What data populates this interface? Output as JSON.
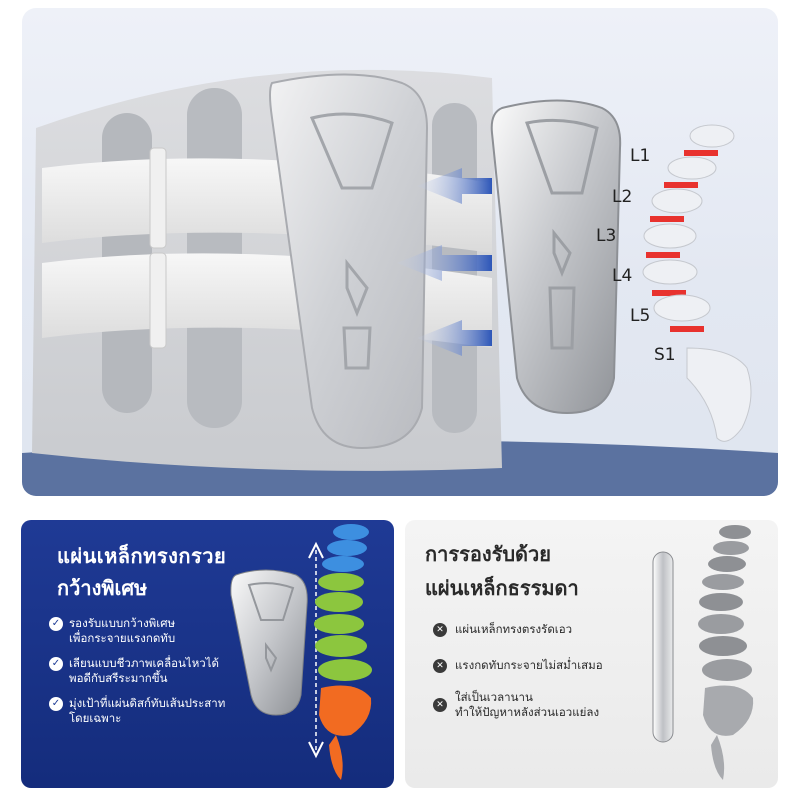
{
  "hero": {
    "vertebra_labels": [
      "L1",
      "L2",
      "L3",
      "L4",
      "L5",
      "S1"
    ]
  },
  "left_panel": {
    "title_line1": "แผ่นเหล็กทรงกรวย",
    "title_line2": "กว้างพิเศษ",
    "features": [
      {
        "icon": "check-icon",
        "lines": [
          "รองรับแบบกว้างพิเศษ",
          "เพื่อกระจายแรงกดทับ"
        ]
      },
      {
        "icon": "check-icon",
        "lines": [
          "เลียนแบบชีวภาพเคลื่อนไหวได้",
          "พอดีกับสรีระมากขึ้น"
        ]
      },
      {
        "icon": "check-icon",
        "lines": [
          "มุ่งเป้าที่แผ่นดิสก์ทับเส้นประสาท",
          "โดยเฉพาะ"
        ]
      }
    ]
  },
  "right_panel": {
    "title_line1": "การรองรับด้วย",
    "title_line2": "แผ่นเหล็กธรรมดา",
    "features": [
      {
        "icon": "x-icon",
        "lines": [
          "แผ่นเหล็กทรงตรงรัดเอว"
        ]
      },
      {
        "icon": "x-icon",
        "lines": [
          "แรงกดทับกระจายไม่สม่ำเสมอ"
        ]
      },
      {
        "icon": "x-icon",
        "lines": [
          "ใส่เป็นเวลานาน",
          "ทำให้ปัญหาหลังส่วนเอวแย่ลง"
        ]
      }
    ]
  },
  "colors": {
    "left_panel_bg": "#1b358c",
    "highlight_red": "#e8322e",
    "spine_green": "#8cc63e",
    "spine_blue": "#3d8fe0",
    "spine_orange": "#f26b21",
    "arrow_blue": "#2d56b8"
  }
}
